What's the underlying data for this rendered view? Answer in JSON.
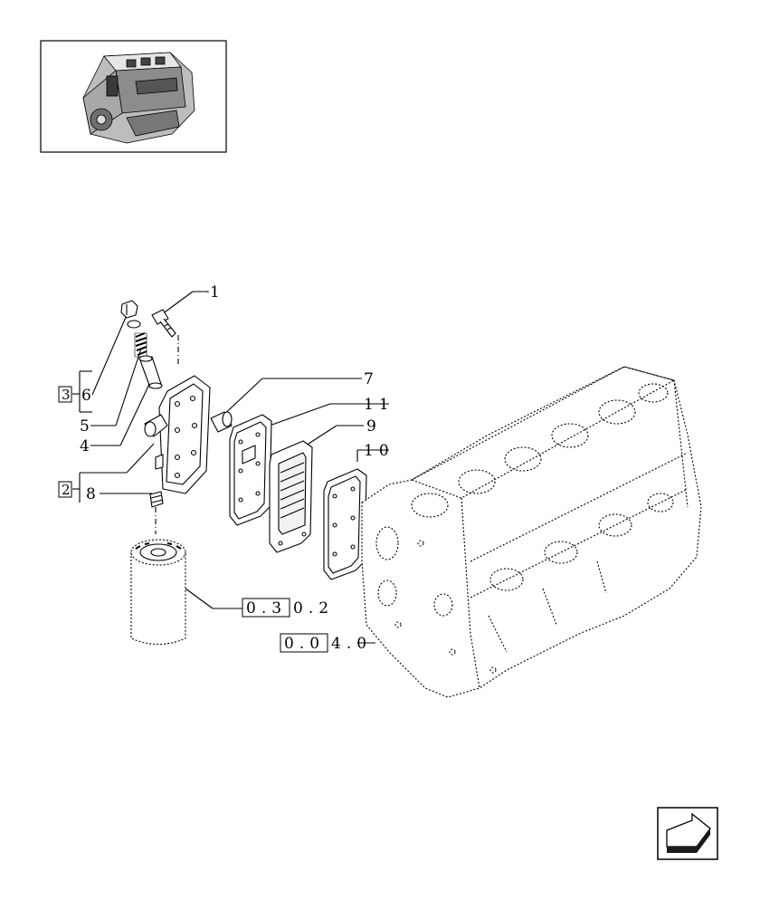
{
  "callouts": {
    "c1": "1",
    "c4": "4",
    "c5": "5",
    "c6": "6",
    "c7": "7",
    "c8": "8",
    "c9": "9",
    "c10": "10",
    "c11": "11"
  },
  "groups": {
    "g3": "3",
    "g2": "2"
  },
  "refs": {
    "r1_box": "0.3",
    "r1_rest": "0.2",
    "r2_box": "0.0",
    "r2_rest": "4.0"
  },
  "colors": {
    "line": "#000000",
    "paper": "#ffffff",
    "shade": "#1a1a1a"
  }
}
